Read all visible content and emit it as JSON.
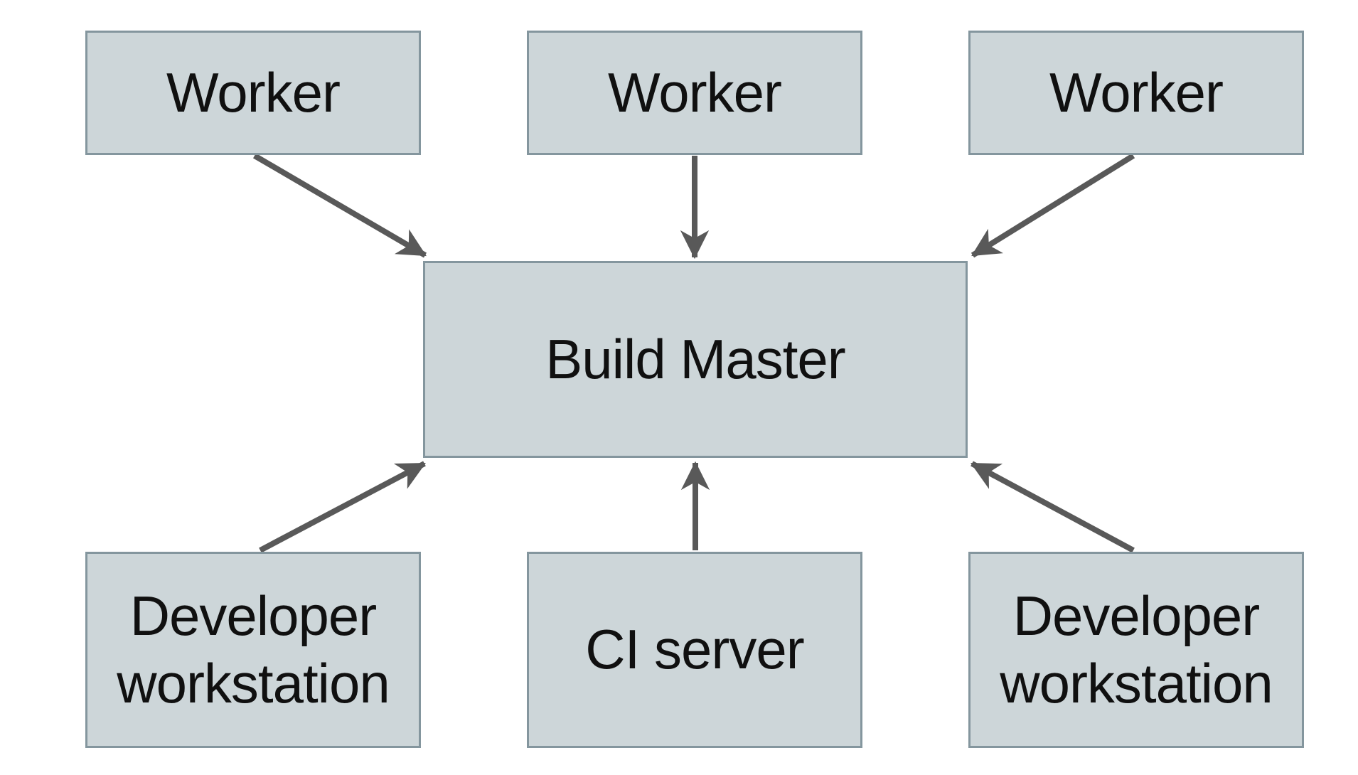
{
  "diagram": {
    "type": "architecture-diagram",
    "nodes": {
      "worker_1": {
        "label": "Worker"
      },
      "worker_2": {
        "label": "Worker"
      },
      "worker_3": {
        "label": "Worker"
      },
      "build_master": {
        "label": "Build Master"
      },
      "dev_workstation_1": {
        "label": "Developer workstation"
      },
      "ci_server": {
        "label": "CI server"
      },
      "dev_workstation_2": {
        "label": "Developer workstation"
      }
    },
    "edges": [
      {
        "from": "worker_1",
        "to": "build_master",
        "arrowhead": "stealth"
      },
      {
        "from": "worker_2",
        "to": "build_master",
        "arrowhead": "stealth"
      },
      {
        "from": "worker_3",
        "to": "build_master",
        "arrowhead": "stealth"
      },
      {
        "from": "dev_workstation_1",
        "to": "build_master",
        "arrowhead": "stealth"
      },
      {
        "from": "ci_server",
        "to": "build_master",
        "arrowhead": "stealth"
      },
      {
        "from": "dev_workstation_2",
        "to": "build_master",
        "arrowhead": "stealth"
      }
    ],
    "colors": {
      "background": "#FFFFFF",
      "node_fill": "#CDD6D9",
      "node_border": "#84969E",
      "arrow": "#595959",
      "text": "#101010"
    }
  }
}
